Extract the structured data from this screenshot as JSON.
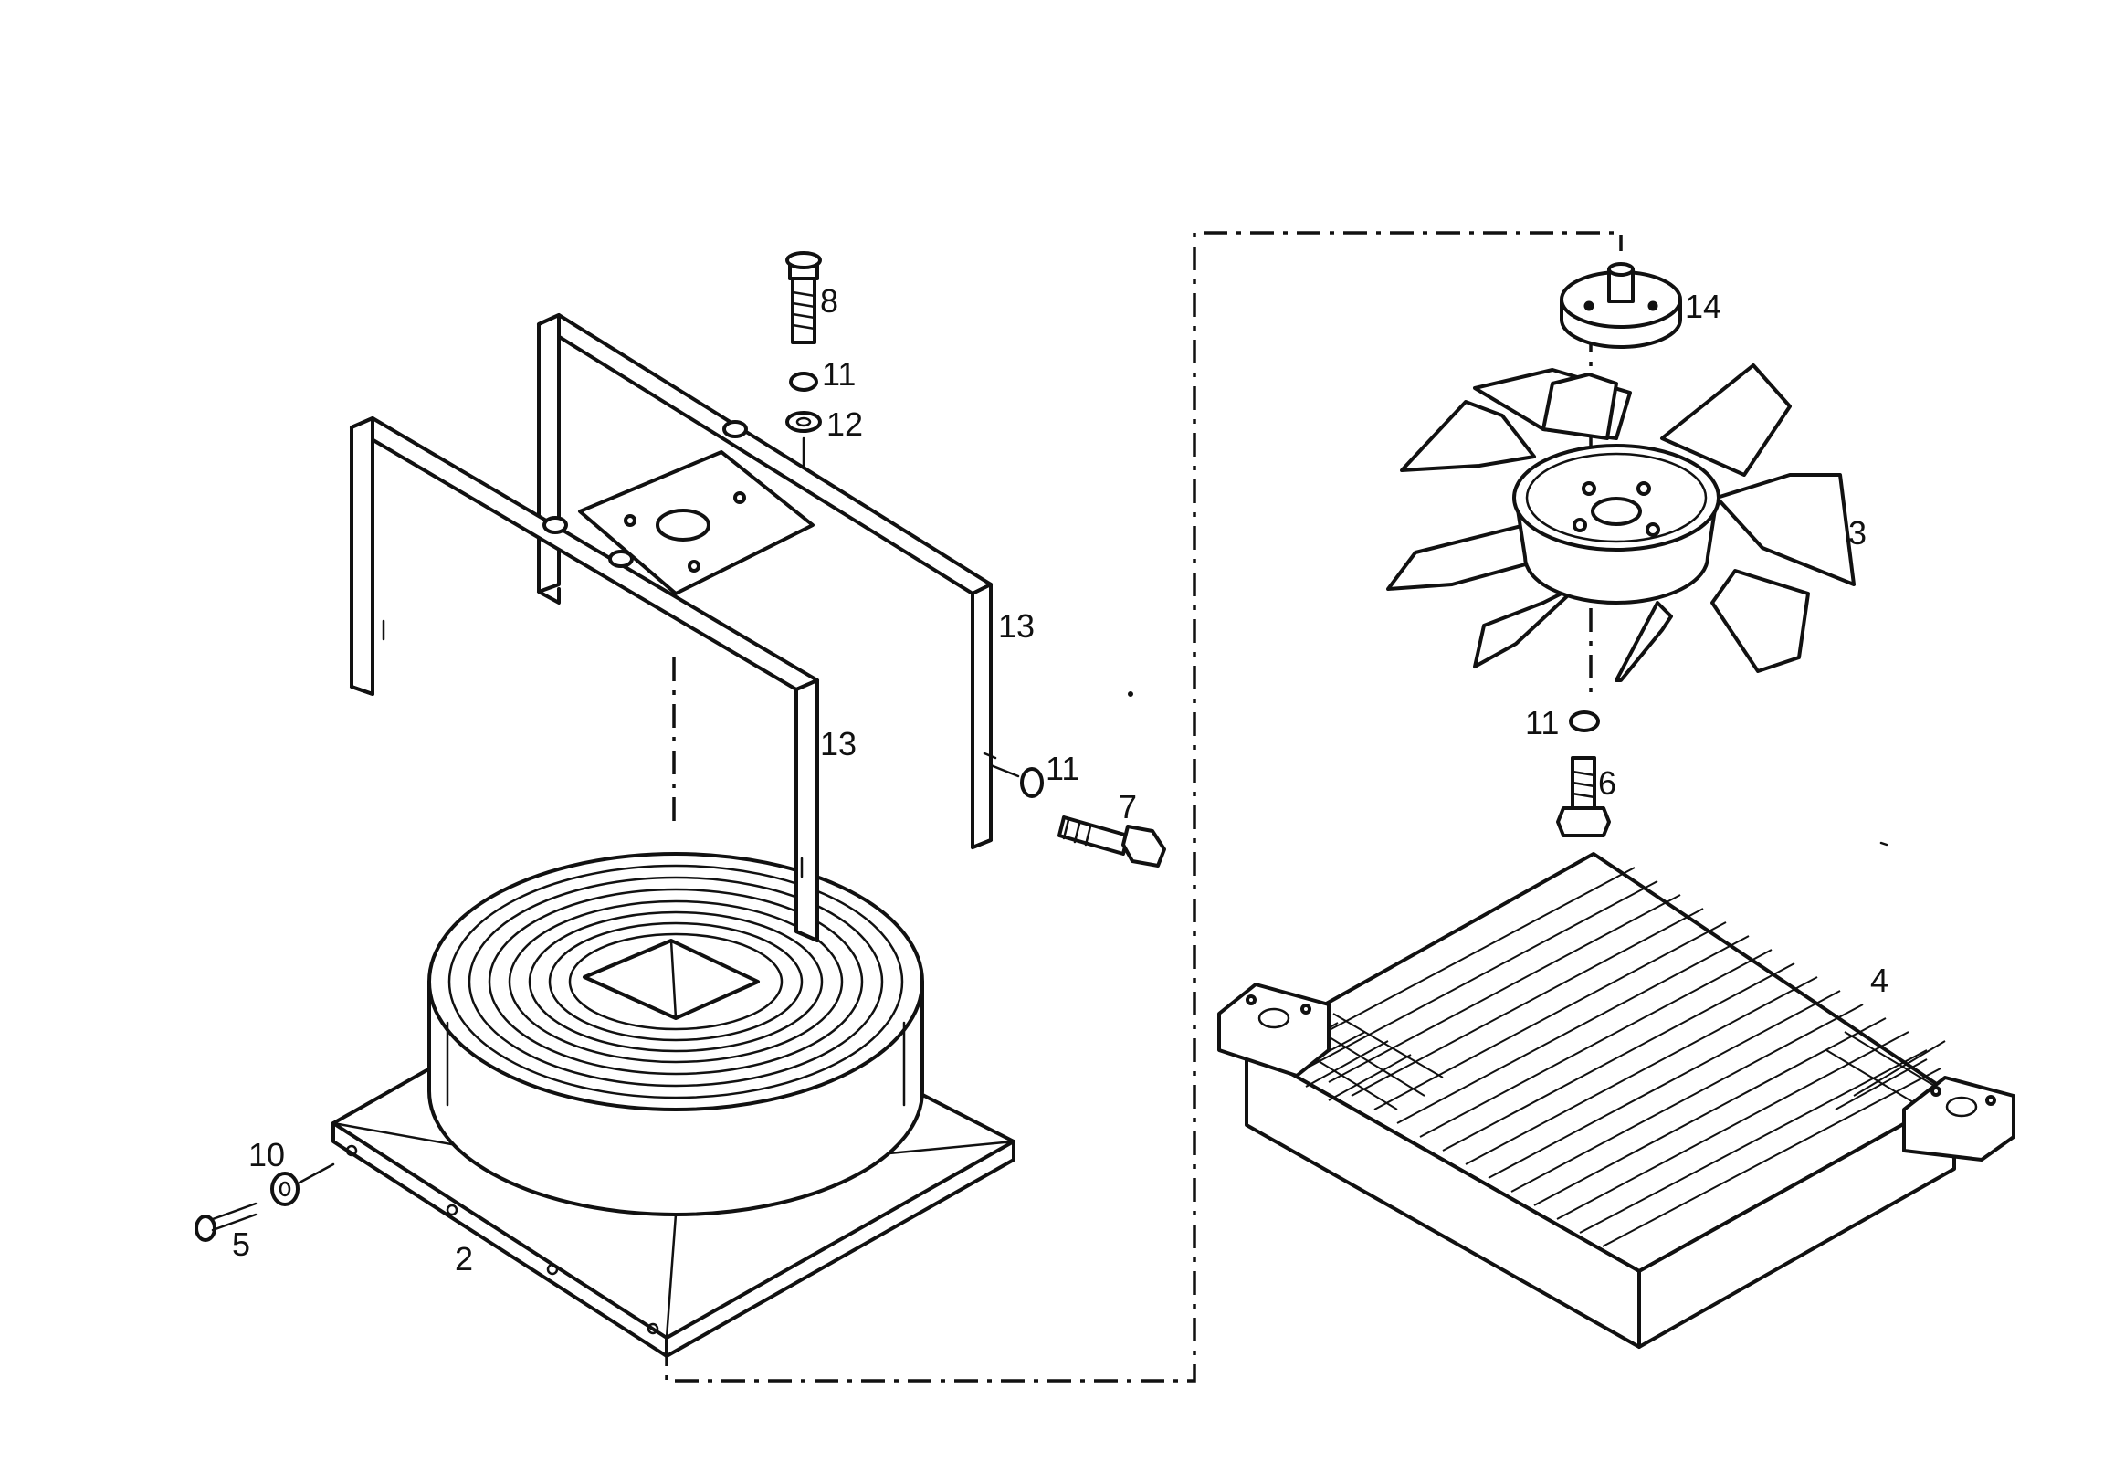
{
  "callouts": {
    "c2": "2",
    "c3": "3",
    "c4": "4",
    "c5": "5",
    "c6": "6",
    "c7": "7",
    "c8": "8",
    "c10": "10",
    "c11a": "11",
    "c11b": "11",
    "c11c": "11",
    "c12": "12",
    "c13a": "13",
    "c13b": "13",
    "c14": "14"
  }
}
